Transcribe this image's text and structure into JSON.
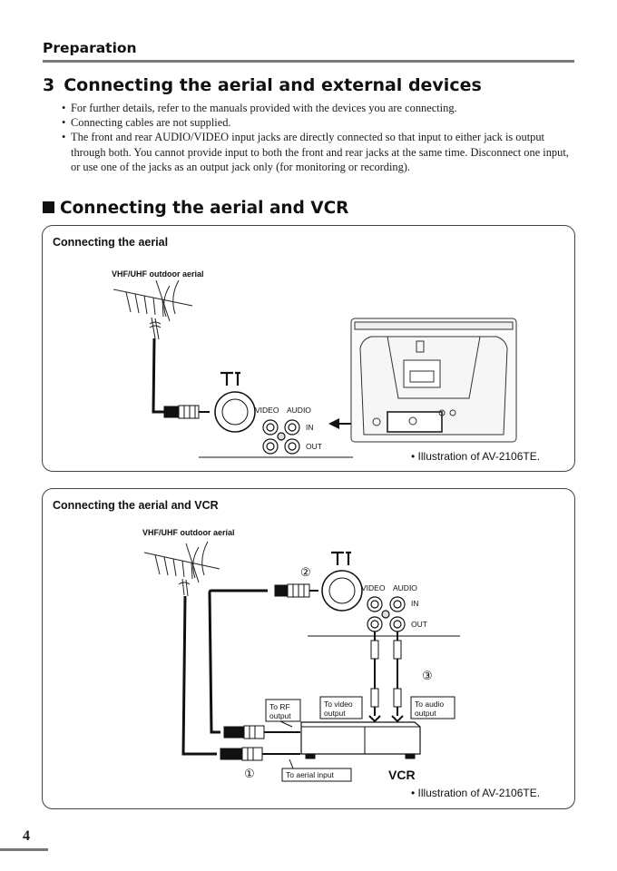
{
  "header": {
    "section": "Preparation"
  },
  "chapter": {
    "number": "3",
    "title": "Connecting the aerial and external devices"
  },
  "bullets": [
    "For further details, refer to the manuals provided with the devices you are connecting.",
    "Connecting cables are not supplied.",
    "The front and rear AUDIO/VIDEO input jacks are directly connected so that input to either jack is output through both. You cannot provide input to both the front and rear jacks at the same time. Disconnect one input, or use one of the jacks as an output jack only (for monitoring or recording)."
  ],
  "subsection": {
    "title": "Connecting the aerial and VCR"
  },
  "panel1": {
    "title": "Connecting the aerial",
    "aerial_label": "VHF/UHF outdoor aerial",
    "video_label": "VIDEO",
    "audio_label": "AUDIO",
    "in_label": "IN",
    "out_label": "OUT",
    "caption": "• Illustration of AV-2106TE."
  },
  "panel2": {
    "title": "Connecting the aerial and VCR",
    "aerial_label": "VHF/UHF outdoor aerial",
    "video_label": "VIDEO",
    "audio_label": "AUDIO",
    "in_label": "IN",
    "out_label": "OUT",
    "step1": "①",
    "step2": "②",
    "step3": "③",
    "to_rf_line1": "To RF",
    "to_rf_line2": "output",
    "to_video_line1": "To video",
    "to_video_line2": "output",
    "to_audio_line1": "To audio",
    "to_audio_line2": "output",
    "to_aerial_input": "To aerial input",
    "vcr_label": "VCR",
    "caption": "• Illustration of AV-2106TE."
  },
  "footer": {
    "page_number": "4"
  }
}
